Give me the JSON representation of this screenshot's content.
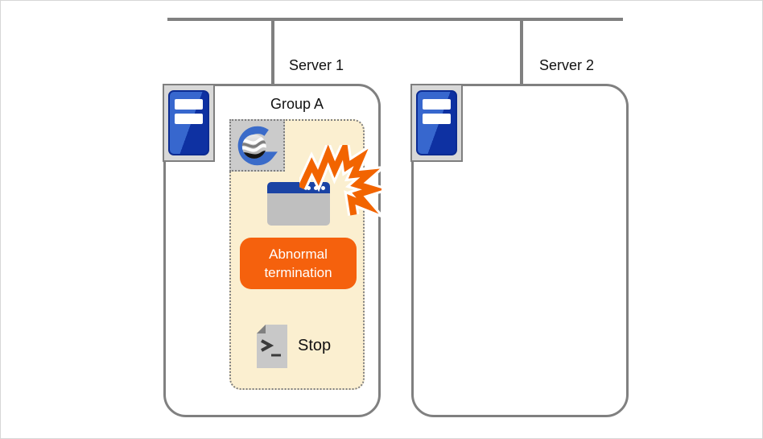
{
  "network": {
    "bus": "network-bus",
    "line_color": "#808080"
  },
  "servers": [
    {
      "label": "Server 1"
    },
    {
      "label": "Server 2"
    }
  ],
  "group": {
    "label": "Group A"
  },
  "badge": {
    "line1": "Abnormal",
    "line2": "termination",
    "color": "#f5610d",
    "text_color": "#ffffff"
  },
  "script": {
    "label": "Stop"
  },
  "icons": {
    "server": "server-tower-icon",
    "product": "g-logo-icon",
    "window": "application-window-icon",
    "burst": "crash-burst-icon",
    "script": "script-file-icon"
  },
  "colors": {
    "panel_fill": "#fbefd0",
    "panel_border": "#7f7f7f",
    "box_border": "#808080",
    "tower_blue_light": "#3767ce",
    "tower_blue_dark": "#0e31a2",
    "window_titlebar": "#1a43a4",
    "window_body": "#bfbfbf",
    "burst_orange": "#f26400"
  }
}
